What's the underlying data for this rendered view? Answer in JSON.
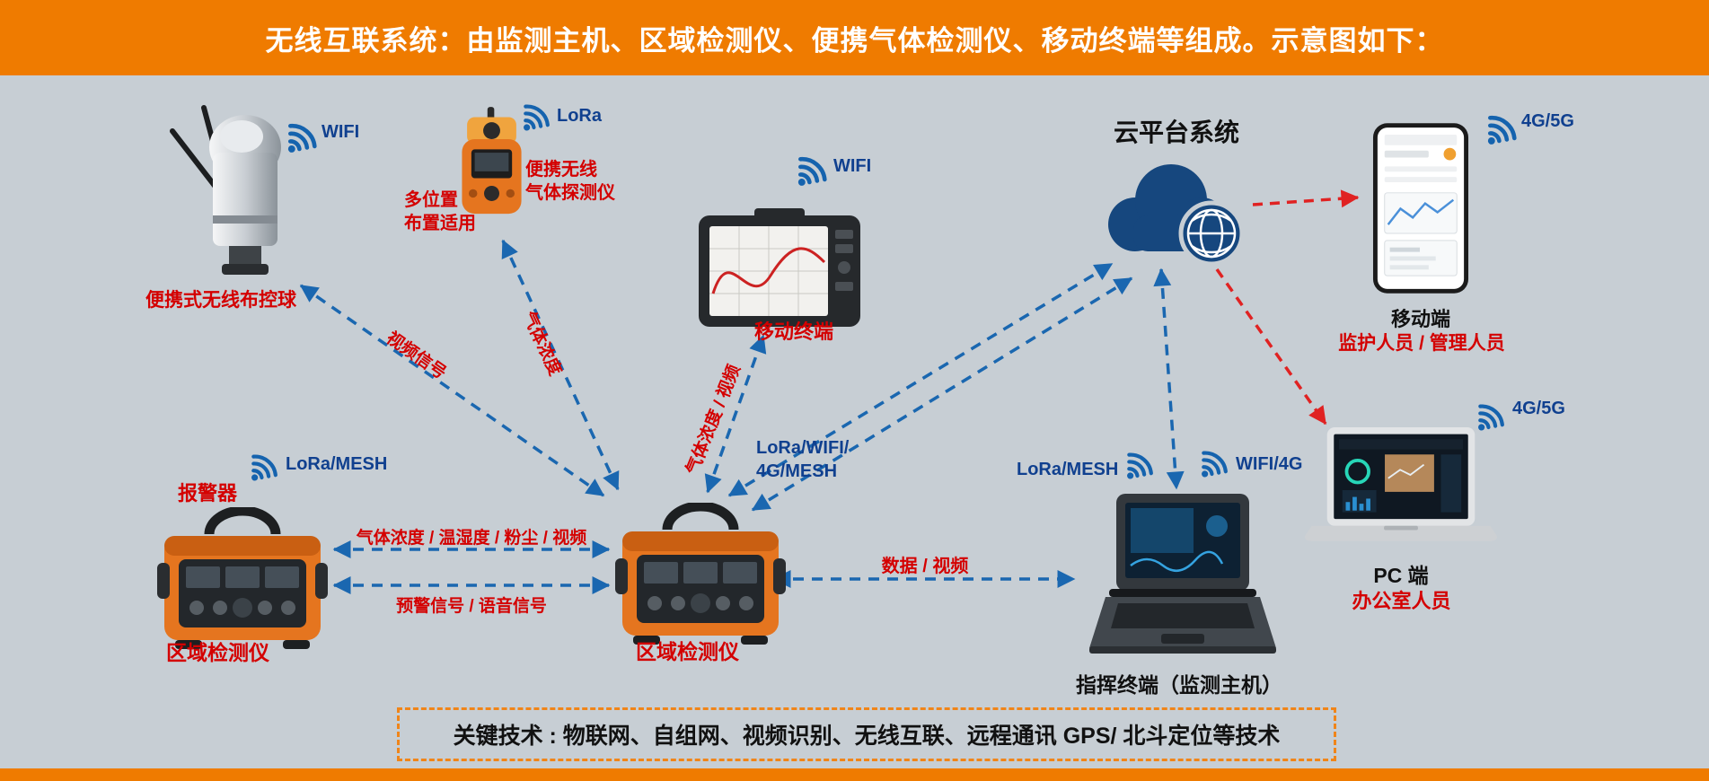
{
  "header": {
    "title": "无线互联系统：由监测主机、区域检测仪、便携气体检测仪、移动终端等组成。示意图如下："
  },
  "devices": {
    "control_ball": {
      "wireless": "WIFI",
      "label": "便携式无线布控球"
    },
    "gas_detector": {
      "wireless": "LoRa",
      "label": "便携无线\n气体探测仪",
      "note": "多位置\n布置适用"
    },
    "tablet": {
      "wireless": "WIFI",
      "label": "移动终端"
    },
    "cloud": {
      "title": "云平台系统"
    },
    "phone": {
      "wireless": "4G/5G",
      "label": "移动端",
      "sublabel": "监护人员 / 管理人员"
    },
    "alarm": {
      "name": "报警器",
      "wireless": "LoRa/MESH",
      "label": "区域检测仪"
    },
    "center_detector": {
      "label": "区域检测仪"
    },
    "command_terminal": {
      "wireless_left": "LoRa/MESH",
      "wireless_right": "WIFI/4G",
      "label": "指挥终端（监测主机）"
    },
    "pc": {
      "wireless": "4G/5G",
      "label": "PC 端",
      "sublabel": "办公室人员"
    }
  },
  "links": {
    "video_signal": "视频信号",
    "gas_concentration": "气体浓度",
    "gas_video": "气体浓度 / 视频",
    "uplink": "LoRa/WIFI/\n4G/MESH",
    "sensor_bus": "气体浓度 / 温湿度 / 粉尘 / 视频",
    "warning_bus": "预警信号 / 语音信号",
    "data_video": "数据 / 视频"
  },
  "footer": {
    "text": "关键技术 : 物联网、自组网、视频识别、无线互联、远程通讯 GPS/ 北斗定位等技术"
  },
  "colors": {
    "accent_orange": "#ef7b00",
    "label_red": "#d40000",
    "label_blue": "#10408f",
    "arrow_blue": "#1a67b0",
    "arrow_red": "#e02222",
    "cloud_navy": "#16477e",
    "background": "#c7ced4"
  }
}
